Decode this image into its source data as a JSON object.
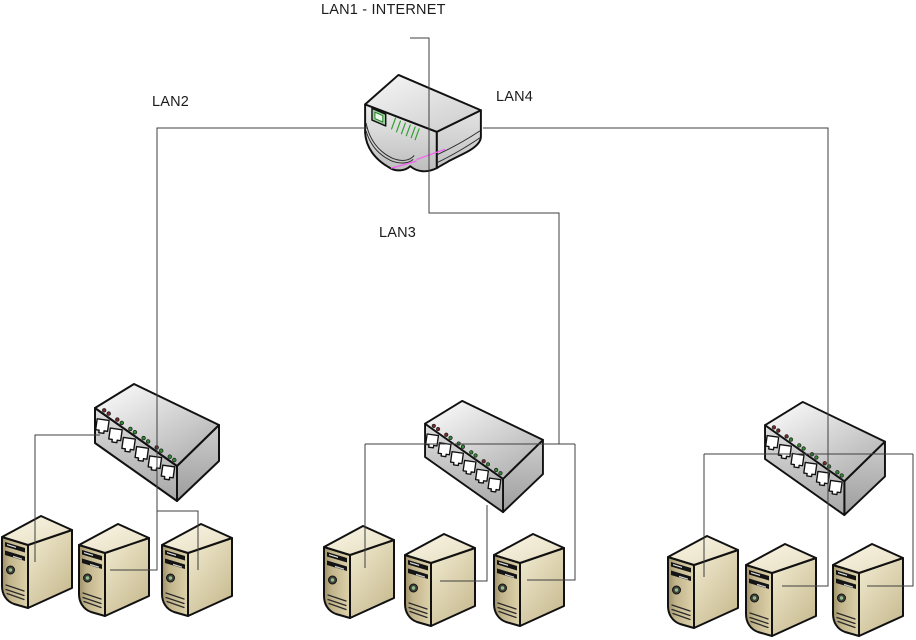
{
  "diagram": {
    "background": "#ffffff",
    "line_color": "#3f3f3f",
    "labels": {
      "lan1": "LAN1 - INTERNET",
      "lan2": "LAN2",
      "lan3": "LAN3",
      "lan4": "LAN4"
    },
    "nodes": {
      "router": {
        "type": "router",
        "uplink": "LAN1 - INTERNET"
      },
      "switches": [
        {
          "id": "switch-lan2",
          "type": "ethernet-switch",
          "lan": "LAN2",
          "ports": 6
        },
        {
          "id": "switch-lan3",
          "type": "ethernet-switch",
          "lan": "LAN3",
          "ports": 6
        },
        {
          "id": "switch-lan4",
          "type": "ethernet-switch",
          "lan": "LAN4",
          "ports": 6
        }
      ],
      "servers": [
        {
          "group": "LAN2",
          "count": 3
        },
        {
          "group": "LAN3",
          "count": 3
        },
        {
          "group": "LAN4",
          "count": 3
        }
      ]
    },
    "connections": [
      "router - LAN1 INTERNET uplink",
      "router - LAN2 switch",
      "router - LAN3 switch",
      "router - LAN4 switch",
      "LAN2 switch - server 1, server 2, server 3",
      "LAN3 switch - server 1, server 2, server 3",
      "LAN4 switch - server 1, server 2, server 3"
    ],
    "palette": {
      "server_front": "#c2b58c",
      "server_side": "#ece3c4",
      "server_top": "#faf6e6",
      "device_gray": "#d9d9d9",
      "led_green": "#2e8f2e",
      "led_red": "#7d2828",
      "router_led_green": "#9fcf9f",
      "router_magenta": "#f45ff4",
      "outline": "#111111"
    }
  }
}
